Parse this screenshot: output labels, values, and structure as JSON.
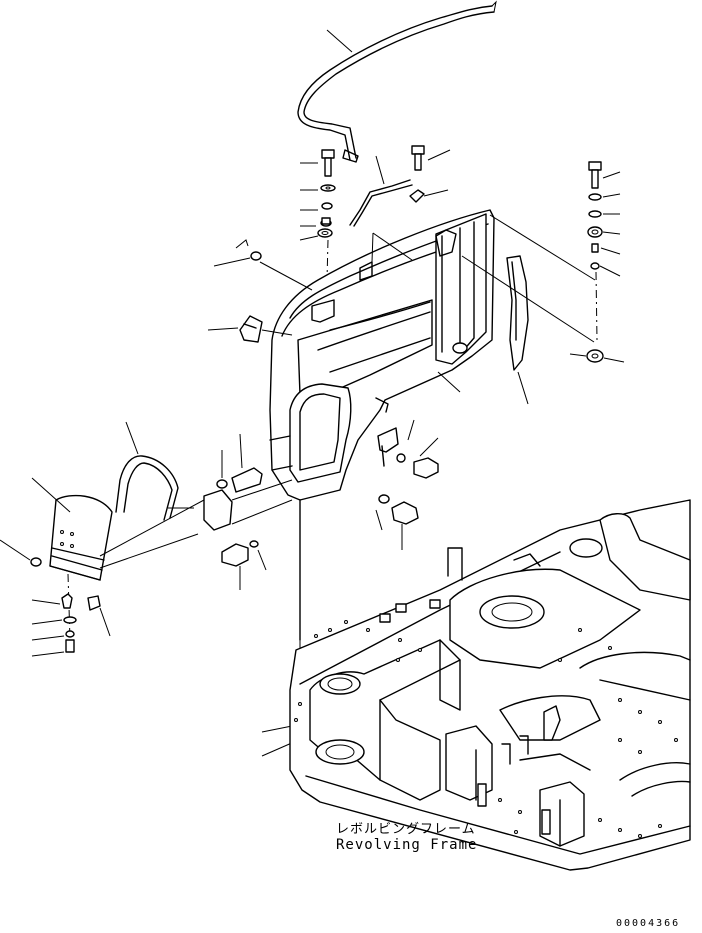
{
  "diagram": {
    "frame_label_jp": "レボルビングフレーム",
    "frame_label_en": "Revolving Frame",
    "drawing_number": "00004366"
  }
}
